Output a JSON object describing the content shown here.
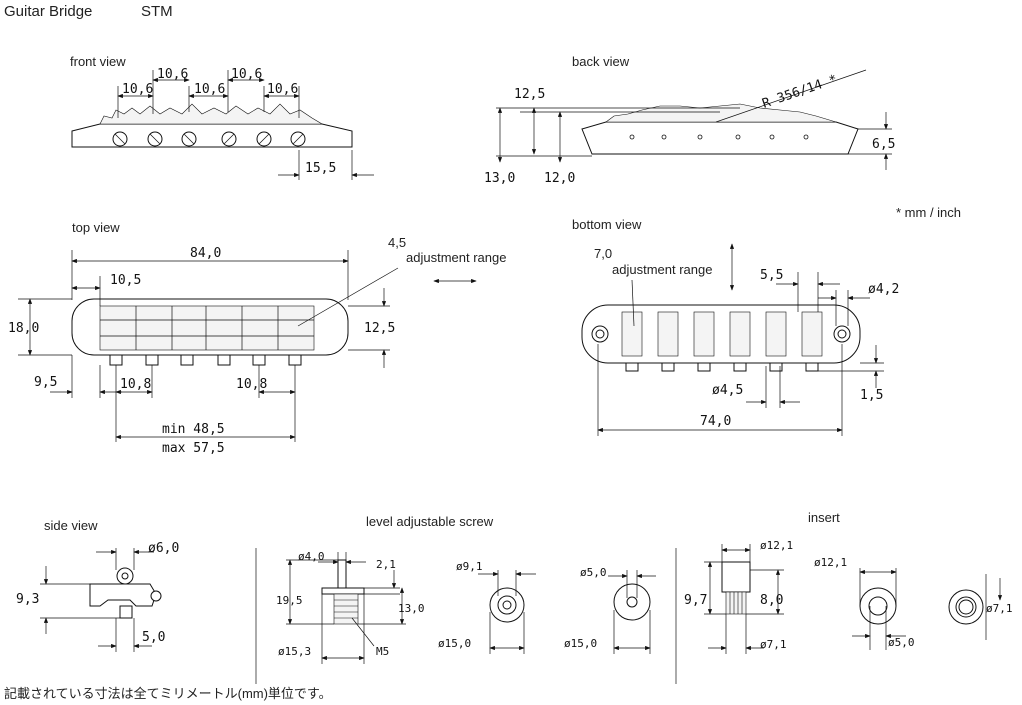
{
  "header": {
    "title": "Guitar Bridge",
    "model": "STM"
  },
  "unit_note": "* mm / inch",
  "footnote": "記載されている寸法は全てミリメートル(mm)単位です。",
  "views": {
    "front": {
      "label": "front view",
      "dims": {
        "spacing1": "10,6",
        "spacing2": "10,6",
        "spacing3": "10,6",
        "spacing4": "10,6",
        "spacing5": "10,6",
        "end": "15,5"
      }
    },
    "back": {
      "label": "back view",
      "dims": {
        "h1": "12,5",
        "h2": "13,0",
        "h3": "12,0",
        "radius": "R 356/14 *",
        "end": "6,5"
      }
    },
    "top": {
      "label": "top view",
      "dims": {
        "length": "84,0",
        "offset": "10,5",
        "width": "18,0",
        "height": "12,5",
        "left": "9,5",
        "post1": "10,8",
        "post2": "10,8",
        "min": "min 48,5",
        "max": "max 57,5",
        "range_value": "4,5",
        "range_label": "adjustment range"
      }
    },
    "bottom": {
      "label": "bottom view",
      "dims": {
        "range_value": "7,0",
        "range_label": "adjustment range",
        "w1": "5,5",
        "hole": "ø4,2",
        "post": "ø4,5",
        "length": "74,0",
        "h": "1,5"
      }
    },
    "side": {
      "label": "side view",
      "dims": {
        "diam": "ø6,0",
        "height": "9,3",
        "base": "5,0"
      }
    },
    "screw": {
      "label": "level adjustable screw",
      "dims": {
        "d1": "ø4,0",
        "d2": "2,1",
        "h1": "19,5",
        "h2": "13,0",
        "d3": "ø15,3",
        "thread": "M5",
        "c1a": "ø9,1",
        "c1b": "ø15,0",
        "c2a": "ø5,0",
        "c2b": "ø15,0"
      }
    },
    "insert": {
      "label": "insert",
      "dims": {
        "d1": "ø12,1",
        "h1": "9,7",
        "h2": "8,0",
        "d2": "ø7,1",
        "d3": "ø12,1",
        "d4": "ø5,0",
        "d5": "ø7,1"
      }
    }
  }
}
